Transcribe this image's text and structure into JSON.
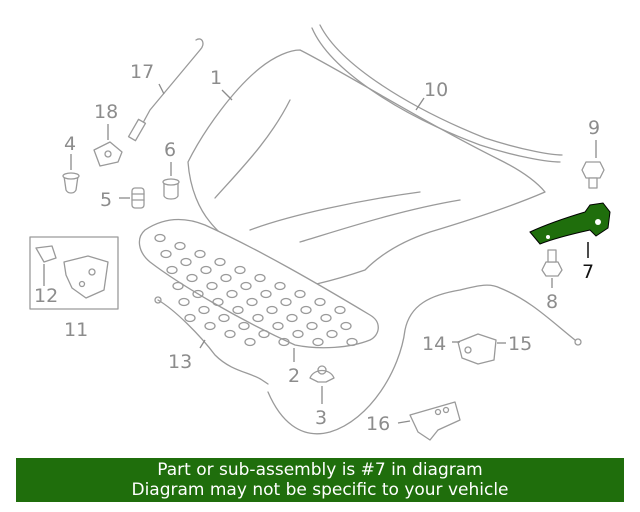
{
  "diagram": {
    "callouts": [
      {
        "id": "c1",
        "label": "1"
      },
      {
        "id": "c2",
        "label": "2"
      },
      {
        "id": "c3",
        "label": "3"
      },
      {
        "id": "c4",
        "label": "4"
      },
      {
        "id": "c5",
        "label": "5"
      },
      {
        "id": "c6",
        "label": "6"
      },
      {
        "id": "c7",
        "label": "7"
      },
      {
        "id": "c8",
        "label": "8"
      },
      {
        "id": "c9",
        "label": "9"
      },
      {
        "id": "c10",
        "label": "10"
      },
      {
        "id": "c11",
        "label": "11"
      },
      {
        "id": "c12",
        "label": "12"
      },
      {
        "id": "c13",
        "label": "13"
      },
      {
        "id": "c14",
        "label": "14"
      },
      {
        "id": "c15",
        "label": "15"
      },
      {
        "id": "c16",
        "label": "16"
      },
      {
        "id": "c17",
        "label": "17"
      },
      {
        "id": "c18",
        "label": "18"
      }
    ],
    "highlighted_part": "7",
    "highlight_color": "#1f6e0c",
    "line_color": "#9a9a9a"
  },
  "banner": {
    "line1": "Part or sub-assembly is #7 in diagram",
    "line2": "Diagram may not be specific to your vehicle",
    "background": "#1f6e0c",
    "text_color": "#ffffff"
  }
}
